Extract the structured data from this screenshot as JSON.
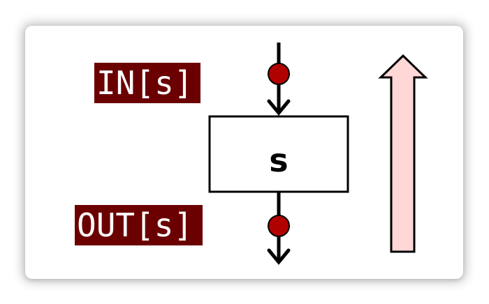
{
  "colors": {
    "label_bg": "#6b0000",
    "label_text": "#ffffff",
    "dot_fill": "#b10000",
    "arrow_fill": "#ffd7d7",
    "stroke": "#000000"
  },
  "diagram": {
    "input_label": "IN[s]",
    "output_label": "OUT[s]",
    "block_label": "s",
    "flow_direction": "upward"
  }
}
